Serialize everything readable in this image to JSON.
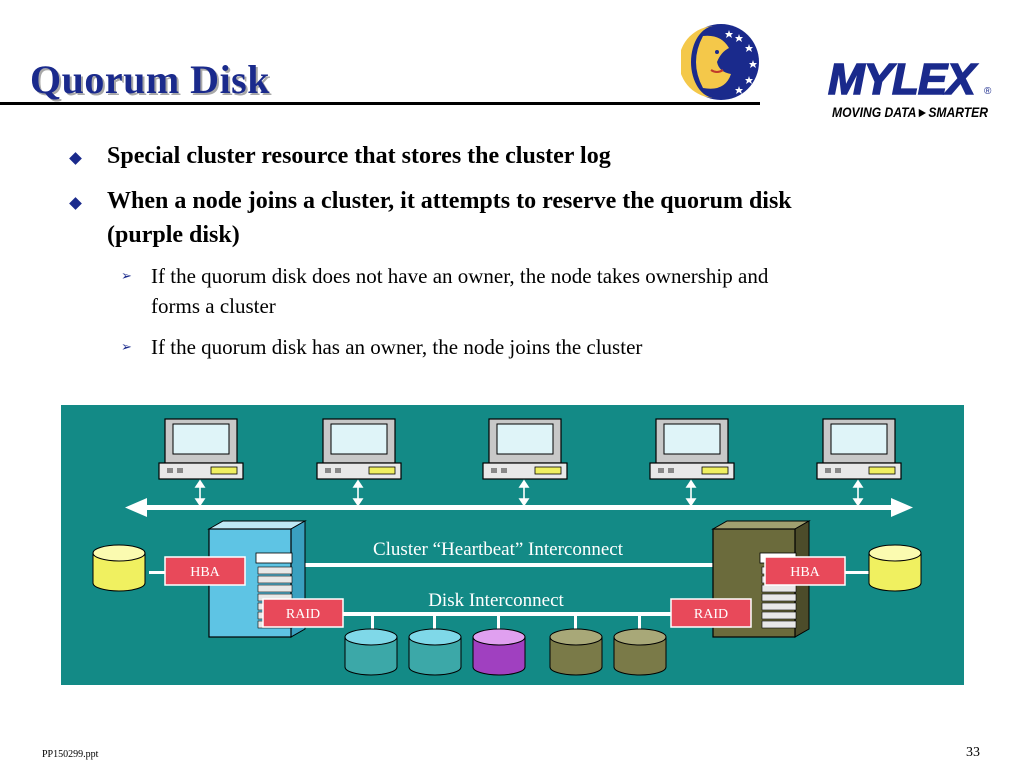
{
  "slide": {
    "title": "Quorum Disk",
    "footer_file": "PP150299.ppt",
    "page_number": "33"
  },
  "logo": {
    "brand": "MYLEX",
    "registered": "®",
    "tagline": "MOVING DATA►SMARTER"
  },
  "bullets": [
    {
      "text": "Special cluster resource that stores the cluster log"
    },
    {
      "line1": "When a node joins a cluster, it attempts to reserve the quorum disk",
      "line2": "(purple disk)"
    }
  ],
  "subbullets": [
    {
      "line1": "If the quorum disk does not have an owner, the node takes ownership and",
      "line2": "forms a cluster"
    },
    {
      "text": "If the quorum disk has an owner, the node joins the cluster"
    }
  ],
  "diagram": {
    "heartbeat_label": "Cluster “Heartbeat” Interconnect",
    "disk_interconnect_label": "Disk Interconnect",
    "hba_label": "HBA",
    "raid_label": "RAID",
    "colors": {
      "background": "#138a86",
      "server_left": "#5ec4e4",
      "server_right": "#6b6b3c",
      "quorum_disk": "#a040c0",
      "disk_teal": "#3ca8a8",
      "disk_olive": "#7a7a48",
      "local_disk": "#f0f060",
      "label_box": "#e8495a"
    }
  }
}
